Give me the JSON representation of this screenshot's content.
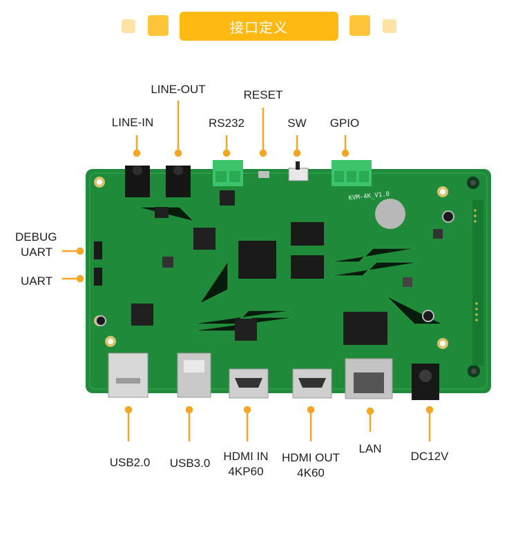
{
  "title": "接口定义",
  "colors": {
    "accent": "#ffb913",
    "board": "#1e8a3a",
    "connector": "#f5a623"
  },
  "labels": {
    "line_out": "LINE-OUT",
    "reset": "RESET",
    "line_in": "LINE-IN",
    "rs232": "RS232",
    "sw": "SW",
    "gpio": "GPIO",
    "debug_uart_1": "DEBUG",
    "debug_uart_2": "UART",
    "uart": "UART",
    "usb2": "USB2.0",
    "usb3": "USB3.0",
    "hdmi_in_1": "HDMI IN",
    "hdmi_in_2": "4KP60",
    "hdmi_out_1": "HDMI OUT",
    "hdmi_out_2": "4K60",
    "lan": "LAN",
    "dc12v": "DC12V"
  },
  "board_silkscreen": "KVM-4K_V1.0"
}
